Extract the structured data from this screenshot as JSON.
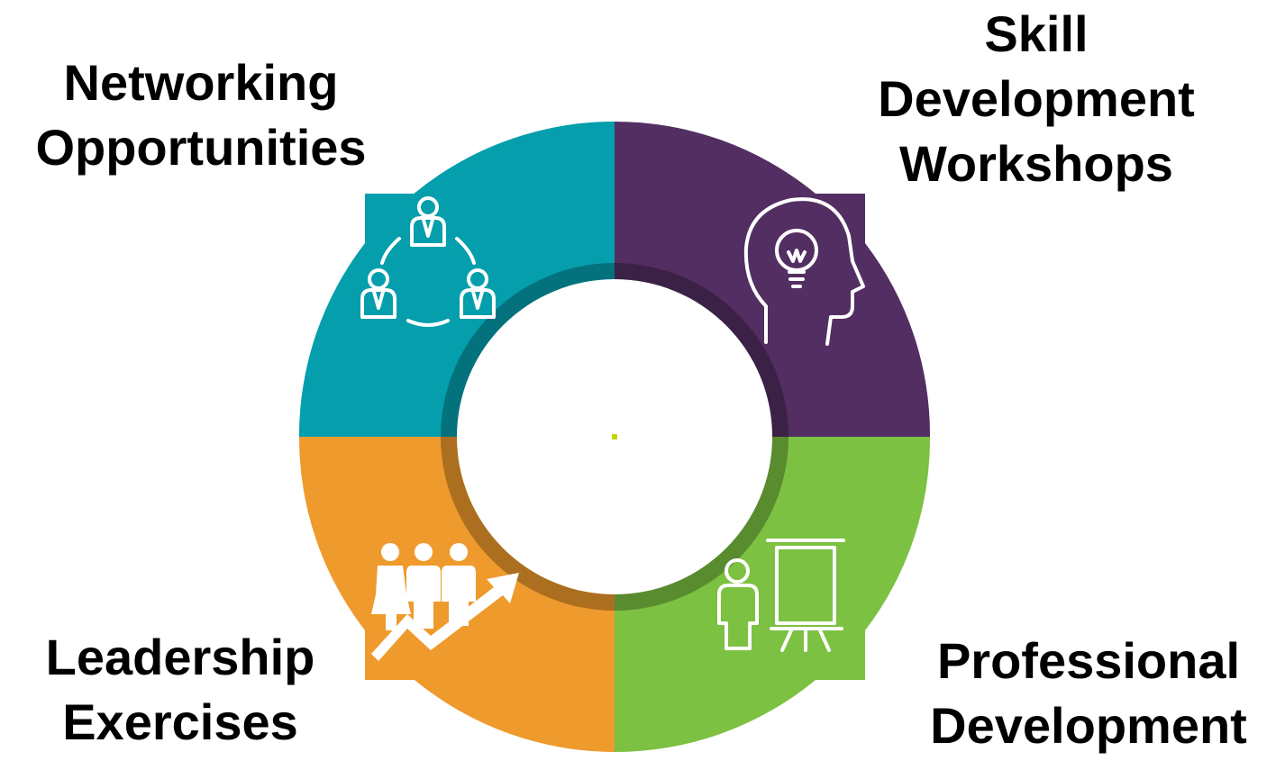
{
  "segments": [
    {
      "id": "networking",
      "label_lines": [
        "Networking",
        "Opportunities"
      ],
      "color": "#059eac",
      "icon": "network-people-icon"
    },
    {
      "id": "skill",
      "label_lines": [
        "Skill",
        "Development",
        "Workshops"
      ],
      "color": "#532e62",
      "icon": "head-lightbulb-icon"
    },
    {
      "id": "professional",
      "label_lines": [
        "Professional",
        "Development"
      ],
      "color": "#7cc142",
      "icon": "presenter-board-icon"
    },
    {
      "id": "leadership",
      "label_lines": [
        "Leadership",
        "Exercises"
      ],
      "color": "#ef9a2d",
      "icon": "team-growth-arrow-icon"
    }
  ]
}
